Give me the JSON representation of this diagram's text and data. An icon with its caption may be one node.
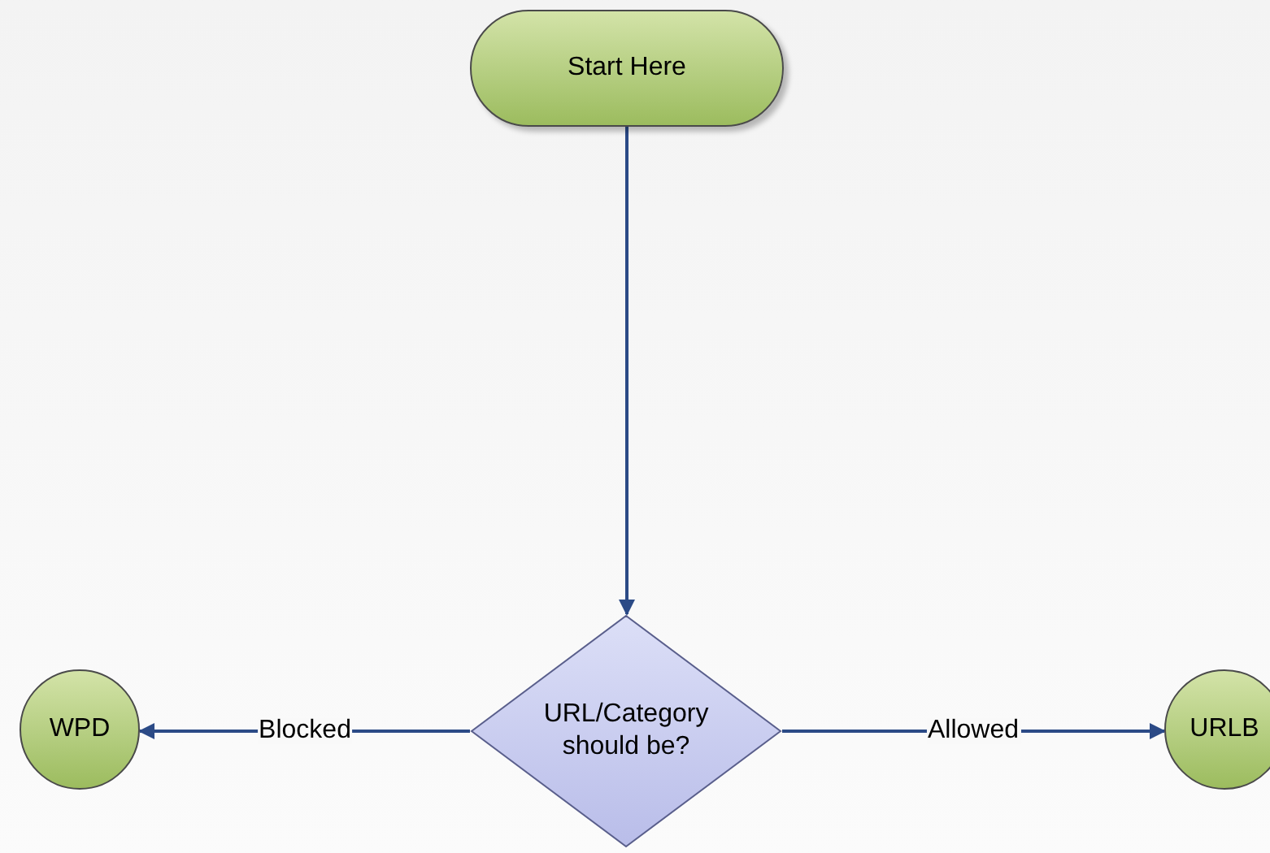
{
  "diagram": {
    "nodes": [
      {
        "text": [
          "Start Here"
        ]
      },
      {
        "text": [
          "URL/Category should be?"
        ]
      },
      {
        "text": [
          "WPD"
        ]
      },
      {
        "text": [
          "URLB"
        ]
      }
    ],
    "edges": [
      {
        "from": 0,
        "to": 1,
        "arrow": "to"
      },
      {
        "from": 1,
        "to": 2,
        "arrow": "to",
        "label": "Blocked"
      },
      {
        "from": 1,
        "to": 3,
        "arrow": "to",
        "label": "Allowed"
      }
    ]
  }
}
